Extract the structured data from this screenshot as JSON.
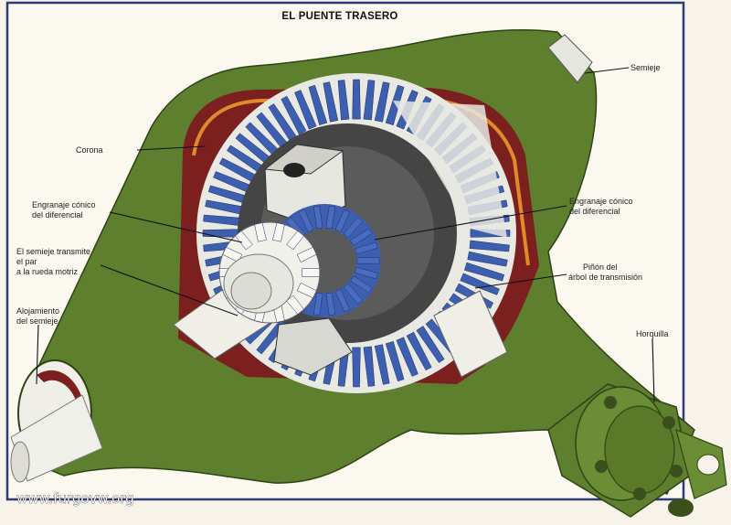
{
  "diagram": {
    "title": "EL PUENTE TRASERO",
    "watermark": "www.furgovw.org",
    "labels": {
      "semieje": "Semieje",
      "corona": "Corona",
      "engranaje_left_1": "Engranaje cónico",
      "engranaje_left_2": "del diferencial",
      "engranaje_right_1": "Engranaje cónico",
      "engranaje_right_2": "del diferencial",
      "transmite_1": "El semieje transmite",
      "transmite_2": "el par",
      "transmite_3": "a la rueda motriz",
      "pinon_1": "Piñón del",
      "pinon_2": "árbol de transmisión",
      "alojamiento_1": "Alojamiento",
      "alojamiento_2": "del semieje",
      "horquilla": "Horquilla"
    },
    "colors": {
      "housing": "#5e7f2e",
      "housing_dark": "#3e5a1c",
      "gear_blue": "#3d5fb0",
      "maroon": "#7c1f1f",
      "orange": "#e08a2a",
      "steel": "#e4e4e0",
      "carrier": "#444444",
      "frame": "#2f3a7a"
    }
  }
}
